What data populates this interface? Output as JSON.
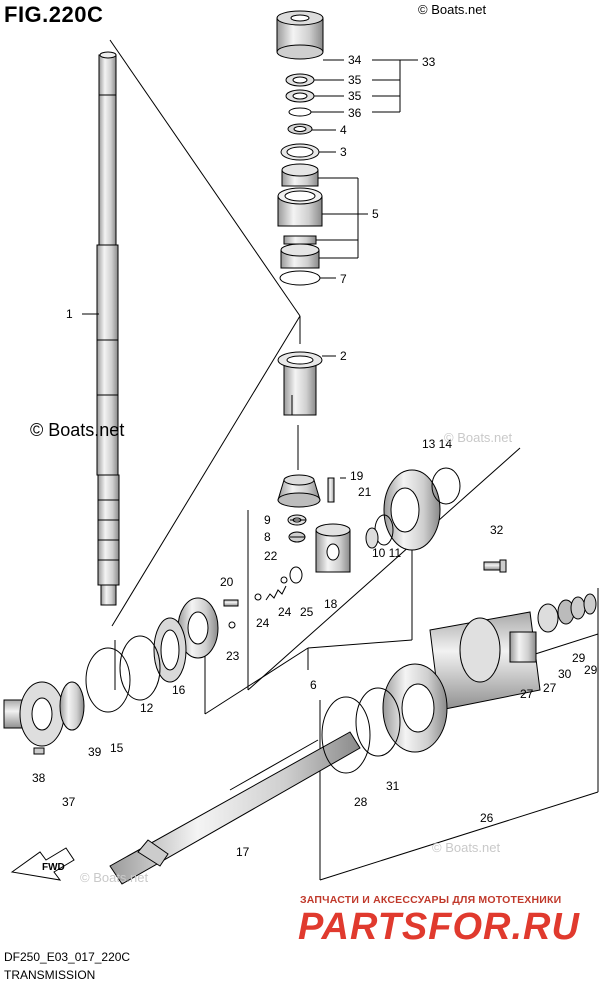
{
  "header": {
    "title": "FIG.220C"
  },
  "watermarks": {
    "top": "© Boats.net",
    "middle": "© Boats.net",
    "mid_right": "© Boats.net",
    "bottom_right": "© Boats.net",
    "bottom_left": "© Boats.net"
  },
  "footer": {
    "code": "DF250_E03_017_220C",
    "name": "TRANSMISSION"
  },
  "shop": {
    "line": "ЗАПЧАСТИ И АКСЕССУАРЫ ДЛЯ МОТОТЕХНИКИ",
    "logo": "PARTSFOR.RU"
  },
  "fwd_label": "FWD",
  "callouts": {
    "c1": "1",
    "c2": "2",
    "c3": "3",
    "c4": "4",
    "c5": "5",
    "c6": "6",
    "c7": "7",
    "c8": "8",
    "c9": "9",
    "c10_11": "10 11",
    "c12": "12",
    "c13_14": "13 14",
    "c15": "15",
    "c16": "16",
    "c17": "17",
    "c18": "18",
    "c19": "19",
    "c20": "20",
    "c21": "21",
    "c22": "22",
    "c23": "23",
    "c24a": "24",
    "c24b": "24",
    "c25": "25",
    "c26": "26",
    "c27a": "27",
    "c27b": "27",
    "c28": "28",
    "c29a": "29",
    "c29b": "29",
    "c30": "30",
    "c31": "31",
    "c32": "32",
    "c33": "33",
    "c34": "34",
    "c35a": "35",
    "c35b": "35",
    "c36": "36",
    "c37": "37",
    "c38": "38",
    "c39": "39"
  },
  "colors": {
    "line": "#000000",
    "part_fill": "#ececec",
    "part_dark": "#b5b5b5",
    "brand_red": "#e03a2e",
    "watermark": "#c9c9c9"
  }
}
